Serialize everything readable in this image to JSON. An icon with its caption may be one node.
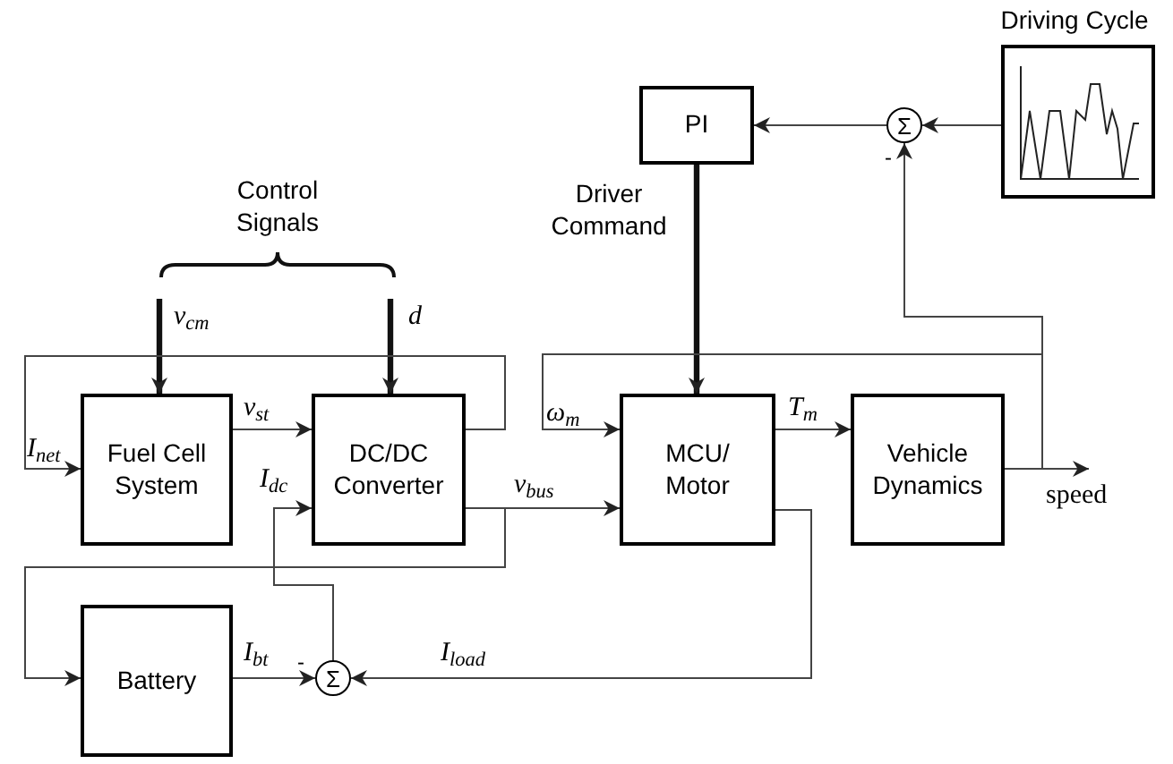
{
  "diagram": {
    "nodes": [
      {
        "text": [
          "Driving Cycle"
        ]
      },
      {
        "text": [
          "Σ"
        ]
      },
      {
        "text": [
          "PI"
        ]
      },
      {
        "text": [
          "Fuel Cell System"
        ]
      },
      {
        "text": [
          "DC/DC Converter"
        ]
      },
      {
        "text": [
          "MCU/ Motor"
        ]
      },
      {
        "text": [
          "Vehicle Dynamics"
        ]
      },
      {
        "text": [
          "Battery"
        ]
      },
      {
        "text": [
          "Σ"
        ]
      }
    ],
    "edges": [
      {
        "from": 0,
        "to": 1,
        "arrow": "to"
      },
      {
        "from": 1,
        "to": 2,
        "arrow": "to"
      },
      {
        "from": 2,
        "to": 5,
        "arrow": "to",
        "style": "thick",
        "label": "Driver Command"
      },
      {
        "from": 6,
        "to": 1,
        "arrow": "to"
      },
      {
        "from": 6,
        "to": null,
        "arrow": "to",
        "label": "speed"
      },
      {
        "from": 6,
        "to": 5,
        "arrow": "to",
        "label": "ω$_{m}$"
      },
      {
        "from": 5,
        "to": 6,
        "arrow": "to",
        "label": "T$_{m}$"
      },
      {
        "from": null,
        "to": 3,
        "arrow": "to",
        "style": "thick",
        "label": "v$_{cm}$"
      },
      {
        "from": null,
        "to": 4,
        "arrow": "to",
        "style": "thick",
        "label": "d"
      },
      {
        "from": 3,
        "to": 4,
        "arrow": "to",
        "label": "v$_{st}$"
      },
      {
        "from": 4,
        "to": 3,
        "arrow": "to",
        "label": "I$_{net}$"
      },
      {
        "from": 4,
        "to": 5,
        "arrow": "to",
        "label": "v$_{bus}$"
      },
      {
        "from": 4,
        "to": 7,
        "arrow": "to"
      },
      {
        "from": 7,
        "to": 8,
        "arrow": "to",
        "label": "I$_{bt}$"
      },
      {
        "from": 5,
        "to": 8,
        "arrow": "to",
        "label": "I$_{load}$"
      },
      {
        "from": 8,
        "to": 4,
        "arrow": "to",
        "label": "I$_{dc}$"
      }
    ],
    "labels": [
      "Control Signals",
      "-",
      "-"
    ]
  }
}
